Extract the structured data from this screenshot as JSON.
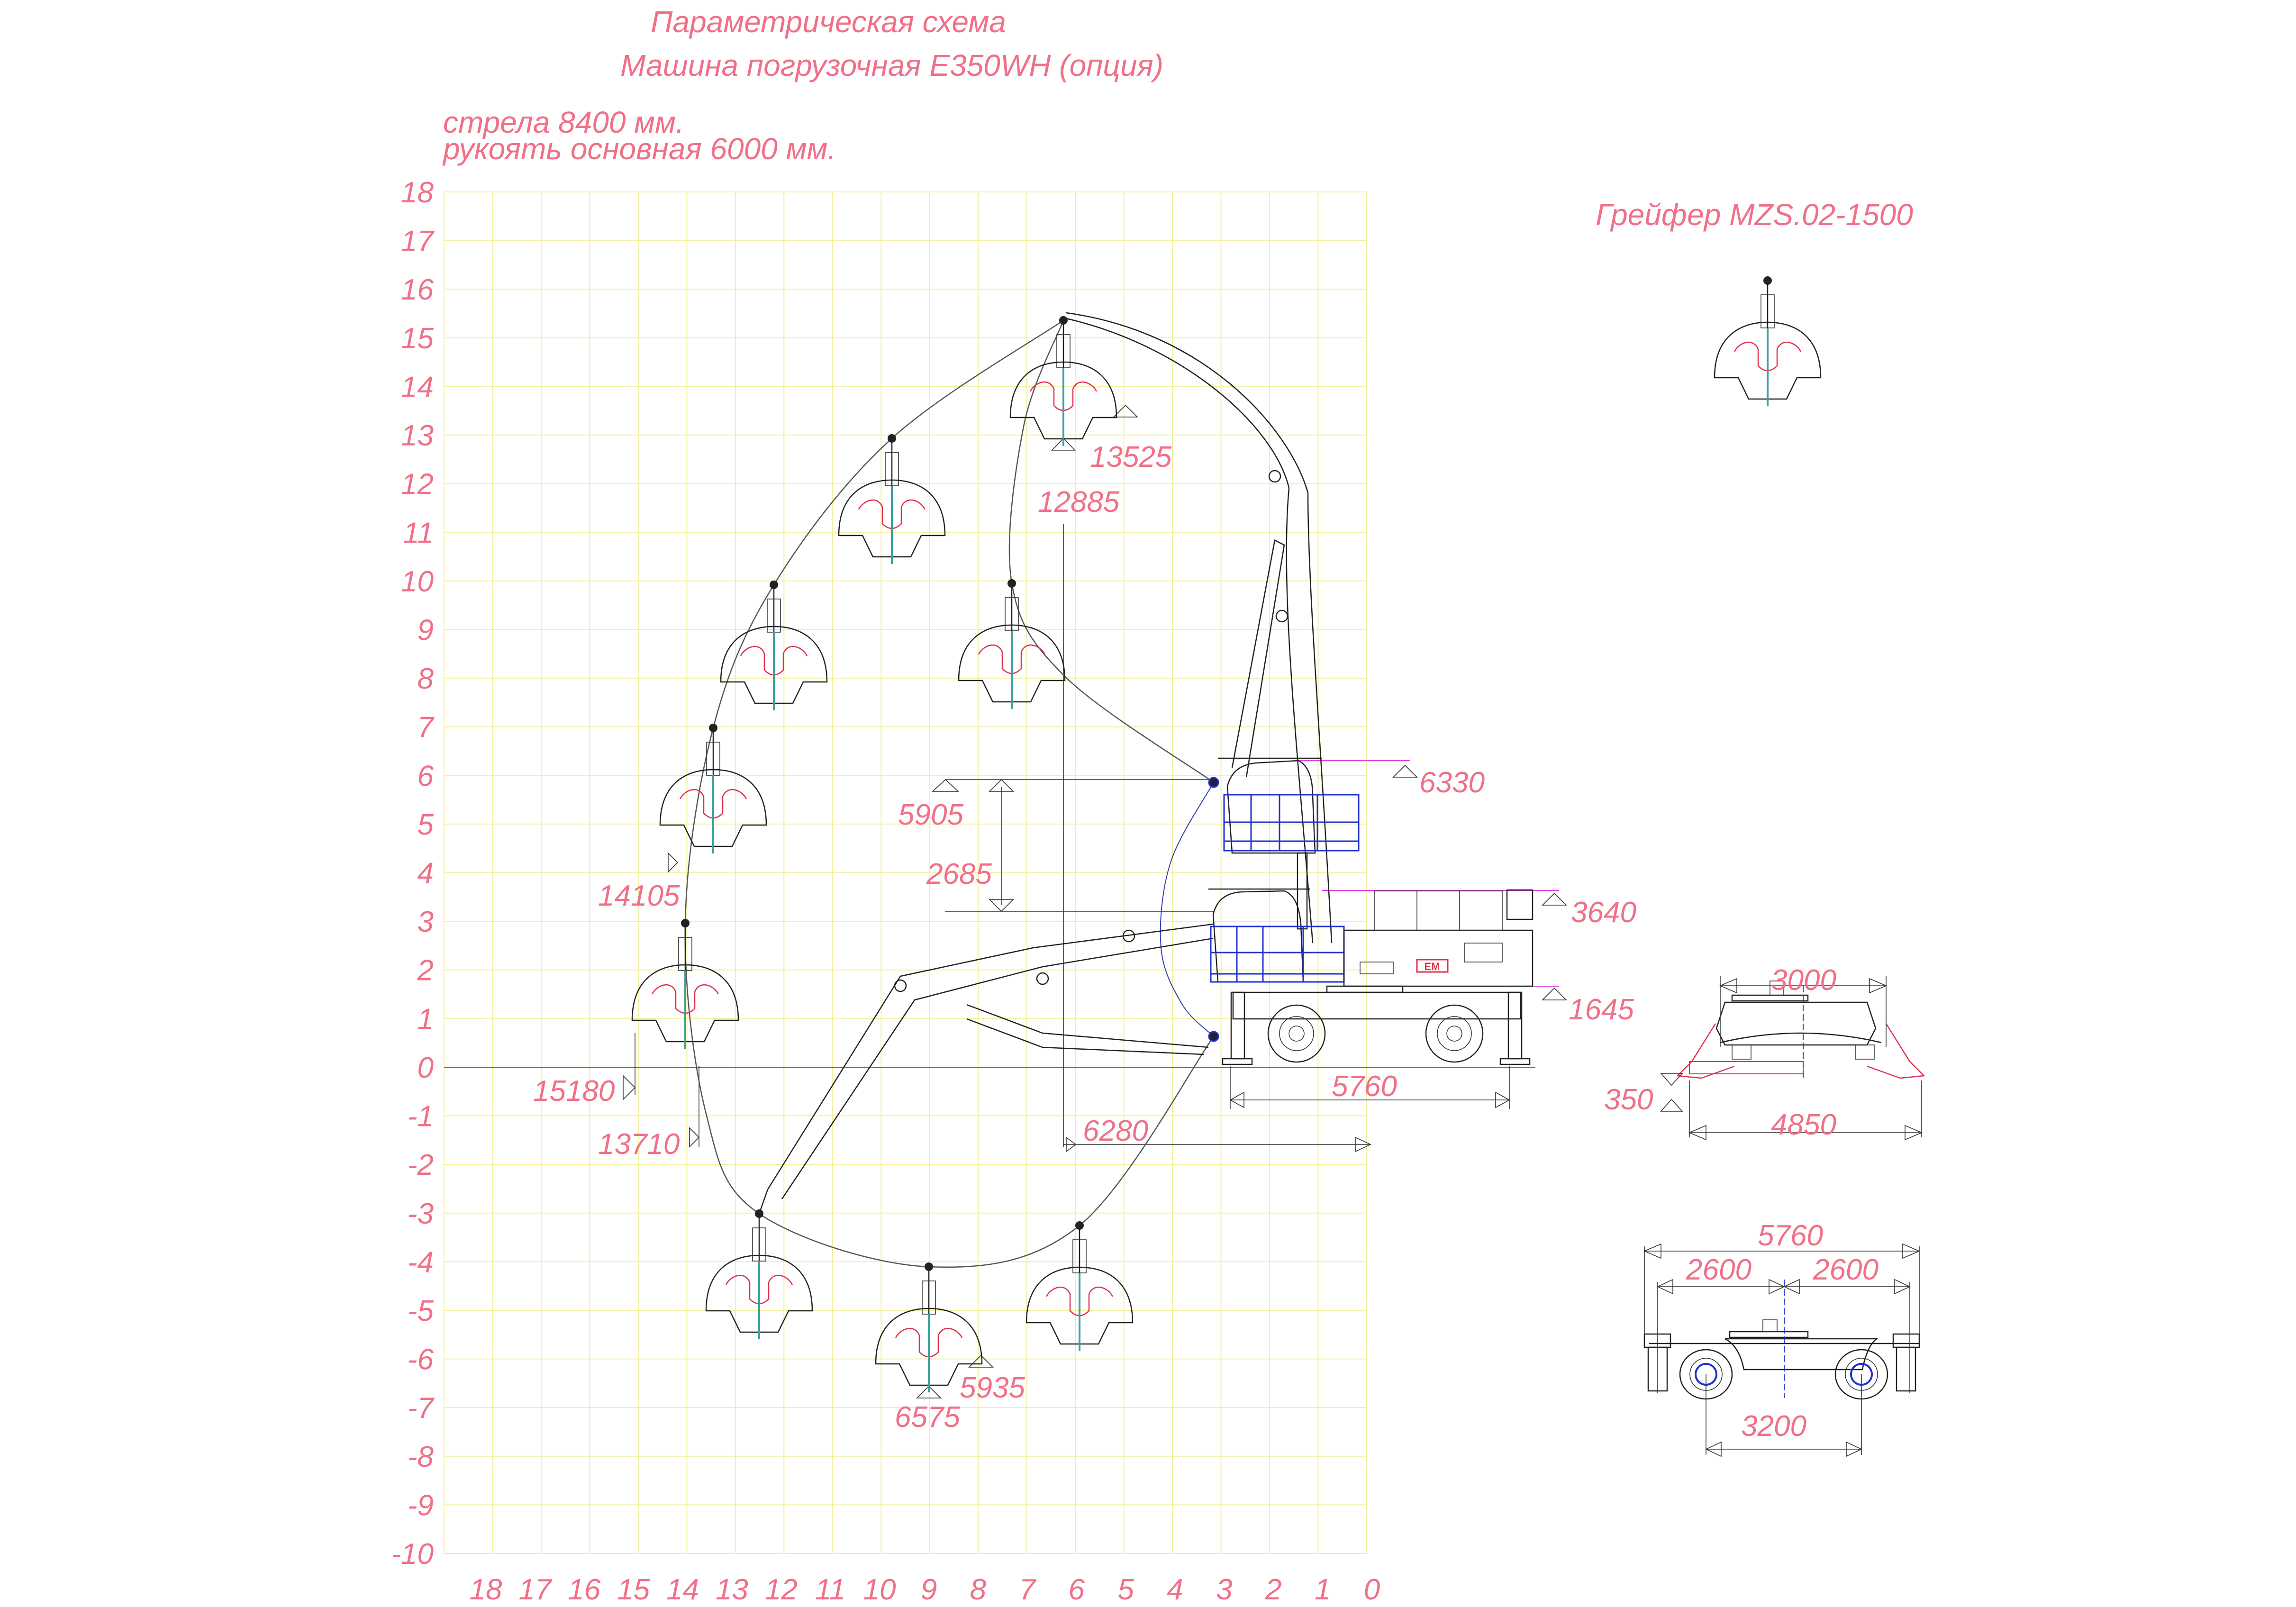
{
  "header": {
    "title": "Параметрическая схема",
    "subtitle": "Машина погрузочная E350WH (опция)",
    "boom_note": "стрела 8400 мм.",
    "arm_note": "рукоять основная 6000 мм."
  },
  "grab_label": "Грейфер MZS.02-1500",
  "axes": {
    "y_labels": [
      "18",
      "17",
      "16",
      "15",
      "14",
      "13",
      "12",
      "11",
      "10",
      "9",
      "8",
      "7",
      "6",
      "5",
      "4",
      "3",
      "2",
      "1",
      "0",
      "-1",
      "-2",
      "-3",
      "-4",
      "-5",
      "-6",
      "-7",
      "-8",
      "-9",
      "-10"
    ],
    "x_labels": [
      "18",
      "17",
      "16",
      "15",
      "14",
      "13",
      "12",
      "11",
      "10",
      "9",
      "8",
      "7",
      "6",
      "5",
      "4",
      "3",
      "2",
      "1",
      "0"
    ]
  },
  "dimensions": {
    "max_height_grab": "13525",
    "max_height_pivot": "12885",
    "cab_raised_height": "6330",
    "pivot_height": "5905",
    "cab_lift": "2685",
    "reach_at_height": "14105",
    "cab_height": "3640",
    "counterweight_clearance": "1645",
    "max_reach": "15180",
    "outrigger_base": "5760",
    "reach_ground": "13710",
    "reach_near": "6280",
    "depth_pivot": "5935",
    "depth_grab": "6575",
    "front_width": "3000",
    "outrigger_lift": "350",
    "outrigger_width": "4850",
    "rear_base": "5760",
    "half_base_left": "2600",
    "half_base_right": "2600",
    "wheelbase": "3200"
  },
  "logo_text": "EM",
  "colors": {
    "text": "#e0304e",
    "grid": "#f2f0a0",
    "railing": "#2030d0",
    "level": "#e040e0"
  }
}
